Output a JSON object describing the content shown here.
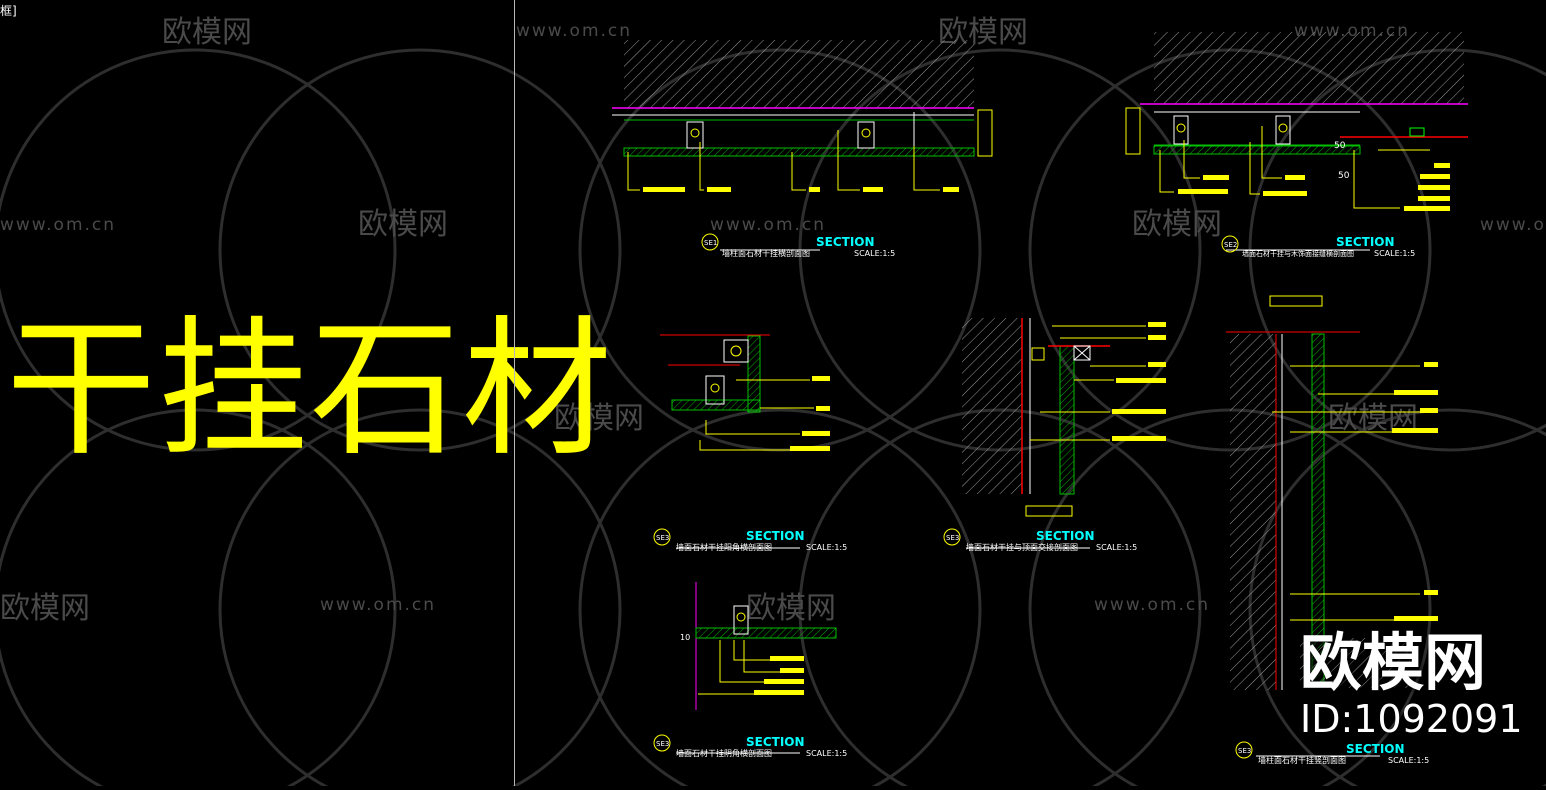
{
  "corner_label": "框]",
  "title": "干挂石材",
  "watermark": {
    "brand": "欧模网",
    "url": "www.om.cn"
  },
  "brand_overlay": {
    "name": "欧模网",
    "id": "ID:1092091"
  },
  "details": [
    {
      "tag": "SE1",
      "section": "SECTION",
      "caption": "墙柱面石材干挂横剖面图",
      "scale": "SCALE:1:5"
    },
    {
      "tag": "SE2",
      "section": "SECTION",
      "caption": "墙面石材干挂与木饰面接缝横剖面图",
      "scale": "SCALE:1:5"
    },
    {
      "tag": "SE3",
      "section": "SECTION",
      "caption": "墙面石材干挂阳角横剖面图",
      "scale": "SCALE:1:5"
    },
    {
      "tag": "SE3",
      "section": "SECTION",
      "caption": "墙面石材干挂与顶面交接剖面图",
      "scale": "SCALE:1:5"
    },
    {
      "tag": "SE3",
      "section": "SECTION",
      "caption": "墙面石材干挂阴角横剖面图",
      "scale": "SCALE:1:5"
    },
    {
      "tag": "SE3",
      "section": "SECTION",
      "caption": "墙柱面石材干挂竖剖面图",
      "scale": "SCALE:1:5"
    }
  ],
  "dimensions": {
    "d50_a": "50",
    "d50_b": "50",
    "d10": "10"
  },
  "colors": {
    "background": "#000000",
    "yellow": "#ffff00",
    "cyan": "#00ffff",
    "red": "#ff0000",
    "green": "#00c000",
    "magenta": "#ff00ff",
    "white": "#ffffff",
    "grey": "#8a8a8a"
  }
}
